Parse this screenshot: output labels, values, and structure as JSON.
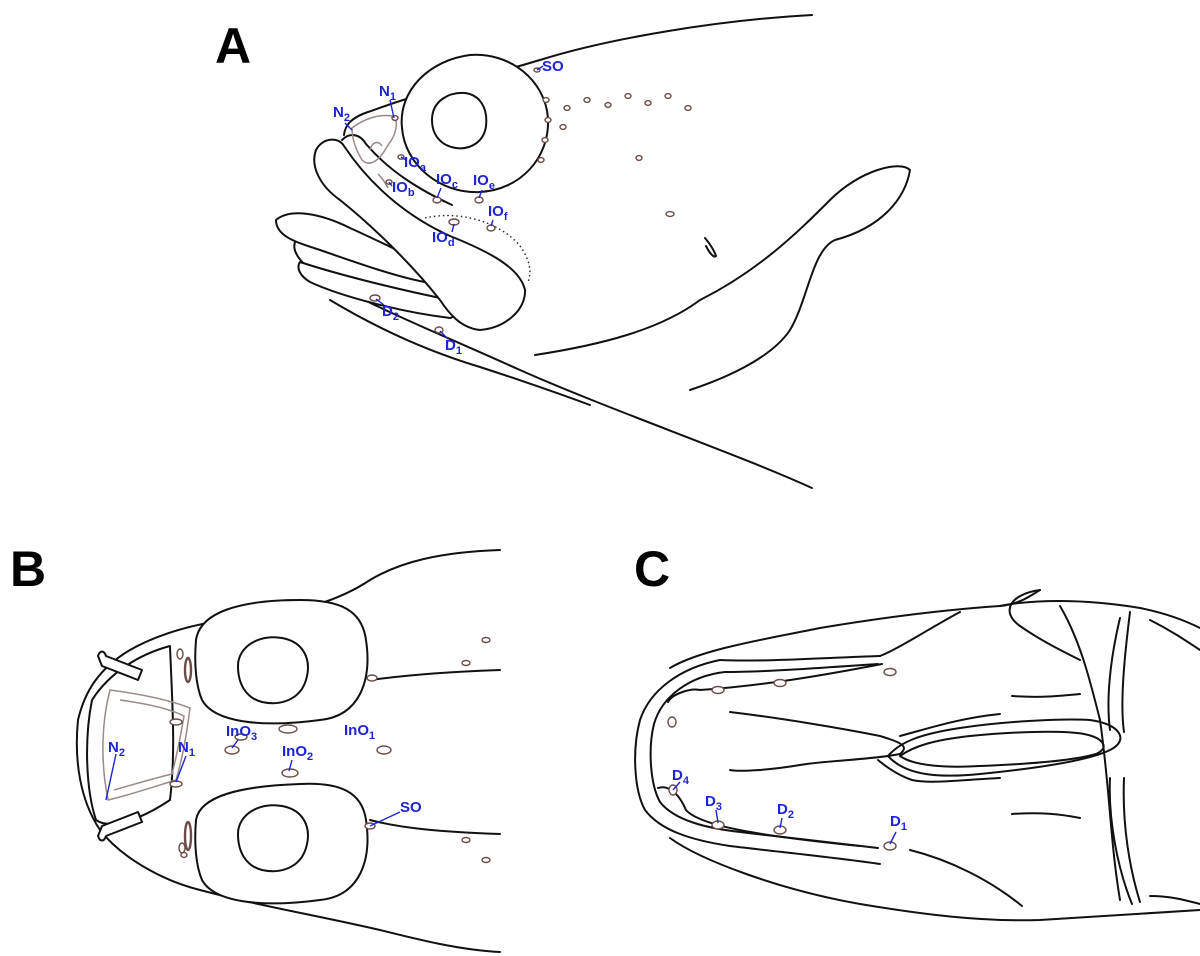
{
  "panels": {
    "a": {
      "letter": "A",
      "labels": {
        "so": {
          "text": "SO"
        },
        "n1": {
          "text": "N",
          "sub": "1"
        },
        "n2": {
          "text": "N",
          "sub": "2"
        },
        "ioa": {
          "text": "IO",
          "sub": "a"
        },
        "iob": {
          "text": "IO",
          "sub": "b"
        },
        "ioc": {
          "text": "IO",
          "sub": "c"
        },
        "iod": {
          "text": "IO",
          "sub": "d"
        },
        "ioe": {
          "text": "IO",
          "sub": "e"
        },
        "iof": {
          "text": "IO",
          "sub": "f"
        },
        "d1": {
          "text": "D",
          "sub": "1"
        },
        "d2": {
          "text": "D",
          "sub": "2"
        }
      }
    },
    "b": {
      "letter": "B",
      "labels": {
        "n1": {
          "text": "N",
          "sub": "1"
        },
        "n2": {
          "text": "N",
          "sub": "2"
        },
        "ino1": {
          "text": "InO",
          "sub": "1"
        },
        "ino2": {
          "text": "InO",
          "sub": "2"
        },
        "ino3": {
          "text": "InO",
          "sub": "3"
        },
        "so": {
          "text": "SO"
        }
      }
    },
    "c": {
      "letter": "C",
      "labels": {
        "d1": {
          "text": "D",
          "sub": "1"
        },
        "d2": {
          "text": "D",
          "sub": "2"
        },
        "d3": {
          "text": "D",
          "sub": "3"
        },
        "d4": {
          "text": "D",
          "sub": "4"
        }
      }
    }
  },
  "colors": {
    "label": "#1c24d6",
    "pore": "#6b4c48",
    "outline": "#111111"
  }
}
